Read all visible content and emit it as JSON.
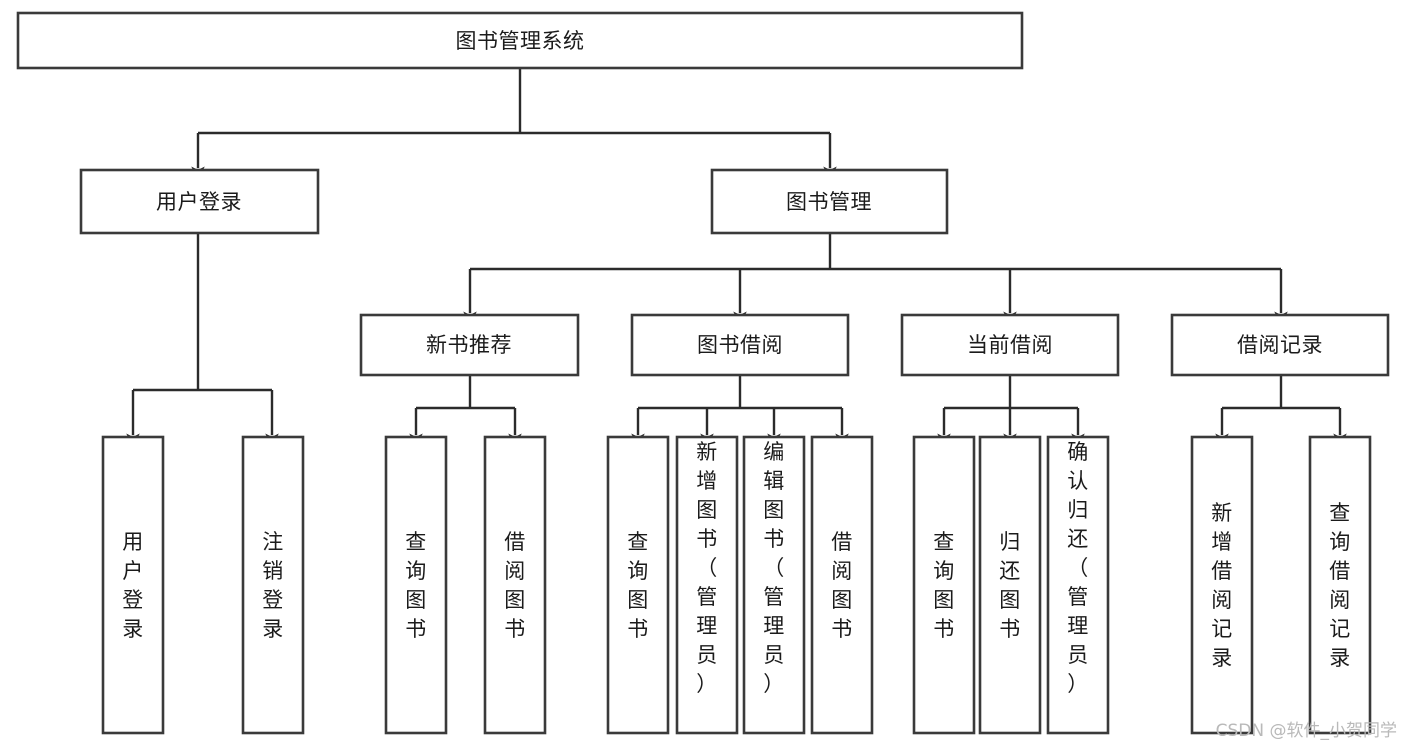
{
  "diagram": {
    "title": "图书管理系统",
    "type": "hierarchy-tree",
    "watermark": "CSDN @软件_小贺同学",
    "levels": {
      "root": {
        "label": "图书管理系统"
      },
      "level2": [
        {
          "id": "user-login",
          "label": "用户登录"
        },
        {
          "id": "book-manage",
          "label": "图书管理"
        }
      ],
      "level3": [
        {
          "id": "new-book-recommend",
          "label": "新书推荐",
          "parent": "book-manage"
        },
        {
          "id": "book-borrow",
          "label": "图书借阅",
          "parent": "book-manage"
        },
        {
          "id": "current-borrow",
          "label": "当前借阅",
          "parent": "book-manage"
        },
        {
          "id": "borrow-record",
          "label": "借阅记录",
          "parent": "book-manage"
        }
      ],
      "leaves": [
        {
          "id": "leaf-user-login",
          "label": "用户登录",
          "parent": "user-login"
        },
        {
          "id": "leaf-logout-login",
          "label": "注销登录",
          "parent": "user-login"
        },
        {
          "id": "leaf-query-book-1",
          "label": "查询图书",
          "parent": "new-book-recommend"
        },
        {
          "id": "leaf-borrow-book-1",
          "label": "借阅图书",
          "parent": "new-book-recommend"
        },
        {
          "id": "leaf-query-book-2",
          "label": "查询图书",
          "parent": "book-borrow"
        },
        {
          "id": "leaf-add-book",
          "label": "新增图书（管理员）",
          "parent": "book-borrow"
        },
        {
          "id": "leaf-edit-book",
          "label": "编辑图书（管理员）",
          "parent": "book-borrow"
        },
        {
          "id": "leaf-borrow-book-2",
          "label": "借阅图书",
          "parent": "book-borrow"
        },
        {
          "id": "leaf-query-book-3",
          "label": "查询图书",
          "parent": "current-borrow"
        },
        {
          "id": "leaf-return-book",
          "label": "归还图书",
          "parent": "current-borrow"
        },
        {
          "id": "leaf-confirm-return",
          "label": "确认归还（管理员）",
          "parent": "current-borrow"
        },
        {
          "id": "leaf-add-record",
          "label": "新增借阅记录",
          "parent": "borrow-record"
        },
        {
          "id": "leaf-query-record",
          "label": "查询借阅记录",
          "parent": "borrow-record"
        }
      ]
    },
    "colors": {
      "box_stroke": "#3a3a3a",
      "connector": "#2b2b2b",
      "text": "#1b1b1b",
      "background": "#ffffff",
      "watermark": "#b9b9b9"
    }
  }
}
